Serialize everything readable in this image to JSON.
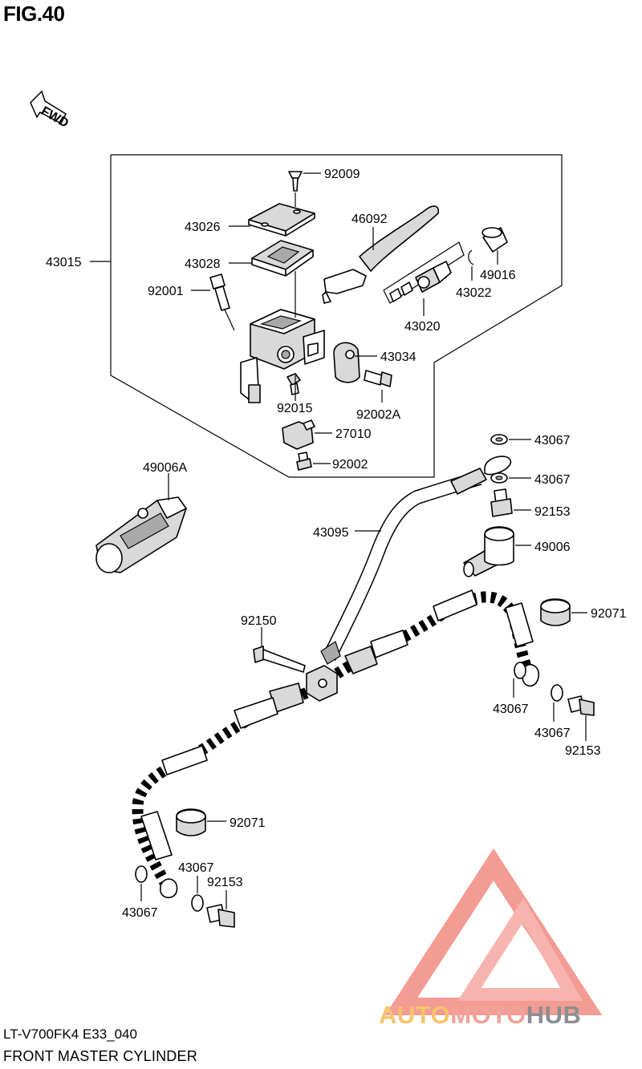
{
  "figure": {
    "title": "FIG.40",
    "fwd_label": "FWD",
    "model_code": "LT-V700FK4 E33_040",
    "diagram_title": "FRONT MASTER CYLINDER"
  },
  "callouts": [
    {
      "id": "92009",
      "text": "92009"
    },
    {
      "id": "43026",
      "text": "43026"
    },
    {
      "id": "46092",
      "text": "46092"
    },
    {
      "id": "43015",
      "text": "43015"
    },
    {
      "id": "43028",
      "text": "43028"
    },
    {
      "id": "49016",
      "text": "49016"
    },
    {
      "id": "92001",
      "text": "92001"
    },
    {
      "id": "43022",
      "text": "43022"
    },
    {
      "id": "43020",
      "text": "43020"
    },
    {
      "id": "43034",
      "text": "43034"
    },
    {
      "id": "92015",
      "text": "92015"
    },
    {
      "id": "92002A",
      "text": "92002A"
    },
    {
      "id": "27010",
      "text": "27010"
    },
    {
      "id": "43067_a",
      "text": "43067"
    },
    {
      "id": "49006A",
      "text": "49006A"
    },
    {
      "id": "92002",
      "text": "92002"
    },
    {
      "id": "43067_b",
      "text": "43067"
    },
    {
      "id": "92153_a",
      "text": "92153"
    },
    {
      "id": "43095",
      "text": "43095"
    },
    {
      "id": "49006",
      "text": "49006"
    },
    {
      "id": "92071_a",
      "text": "92071"
    },
    {
      "id": "92150",
      "text": "92150"
    },
    {
      "id": "43067_c",
      "text": "43067"
    },
    {
      "id": "43067_d",
      "text": "43067"
    },
    {
      "id": "92153_b",
      "text": "92153"
    },
    {
      "id": "92071_b",
      "text": "92071"
    },
    {
      "id": "43067_e",
      "text": "43067"
    },
    {
      "id": "92153_c",
      "text": "92153"
    },
    {
      "id": "43067_f",
      "text": "43067"
    }
  ],
  "watermark": {
    "word1": "AUTO",
    "word2": "MOTO",
    "word3": "HUB",
    "colors": {
      "triangle": "#f28b82",
      "auto": "#f6c46a",
      "moto": "#f1a29a",
      "hub": "#8b8f92"
    }
  }
}
